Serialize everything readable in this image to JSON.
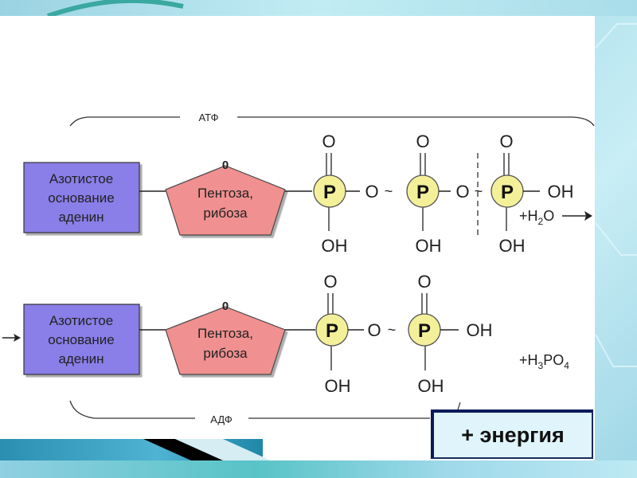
{
  "slide": {
    "colors": {
      "base_box": "#8a7ee8",
      "pentose": "#f09090",
      "phosphate": "#f4f09a",
      "energy_box_bg": "#dff4fb",
      "energy_box_border": "#0a1a5a"
    }
  },
  "atp": {
    "bracket_label": "АТФ",
    "base": {
      "line1": "Азотистое",
      "line2": "основание",
      "line3": "аденин"
    },
    "pentose": {
      "top_atom": "0",
      "line1": "Пентоза,",
      "line2": "рибоза"
    },
    "phosphates": [
      {
        "symbol": "P",
        "top": "O",
        "bottom": "OH"
      },
      {
        "symbol": "P",
        "top": "O",
        "bottom": "OH"
      },
      {
        "symbol": "P",
        "top": "O",
        "bottom": "OH"
      }
    ],
    "bridge_oxygen_1": "O",
    "bridge_oxygen_2": "O",
    "high_energy_bond": "~",
    "terminal_group": "OH",
    "reagent": {
      "prefix": "+H",
      "sub": "2",
      "suffix": "O"
    }
  },
  "adp": {
    "bracket_label": "АДФ",
    "base": {
      "line1": "Азотистое",
      "line2": "основание",
      "line3": "аденин"
    },
    "pentose": {
      "top_atom": "0",
      "line1": "Пентоза,",
      "line2": "рибоза"
    },
    "phosphates": [
      {
        "symbol": "P",
        "top": "O",
        "bottom": "OH"
      },
      {
        "symbol": "P",
        "top": "O",
        "bottom": "OH"
      }
    ],
    "bridge_oxygen_1": "O",
    "high_energy_bond": "~",
    "terminal_group": "OH",
    "product": {
      "prefix": "+H",
      "sub1": "3",
      "mid": "PO",
      "sub2": "4"
    }
  },
  "energy": {
    "label": "+ энергия"
  }
}
